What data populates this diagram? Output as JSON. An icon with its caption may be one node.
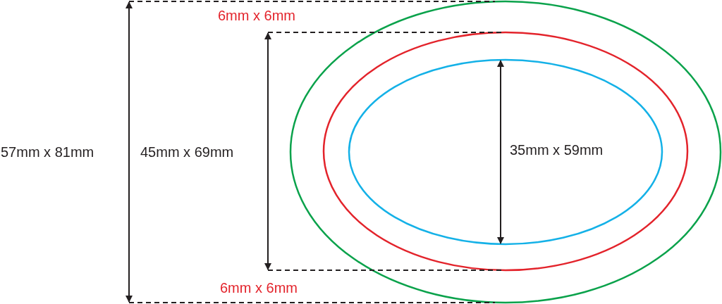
{
  "diagram": {
    "labels": [
      "6mm x 6mm",
      "57mm x 81mm",
      "45mm x 69mm",
      "35mm x 59mm",
      "6mm x 6mm"
    ]
  }
}
